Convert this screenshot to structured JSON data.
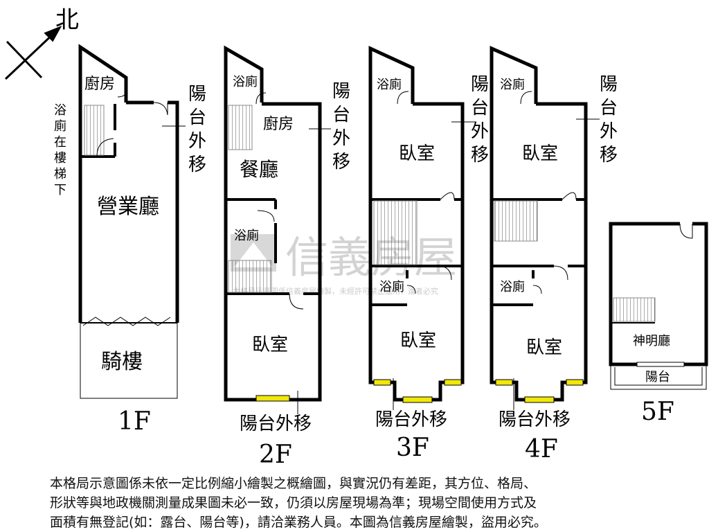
{
  "compass": {
    "label": "北"
  },
  "watermark": {
    "brand": "信義房屋",
    "notice": "本格局示意圖係信義房屋繪製，未經許可禁止盜用，違者必究"
  },
  "floor1": {
    "title": "1F",
    "kitchen": "廚房",
    "main_hall": "營業廳",
    "arcade": "騎樓",
    "bath_note": [
      "浴",
      "廁",
      "在",
      "樓",
      "梯",
      "下"
    ],
    "balcony": [
      "陽",
      "台",
      "外",
      "移"
    ]
  },
  "floor2": {
    "title": "2F",
    "bath_top": "浴廁",
    "kitchen": "廚房",
    "dining": "餐廳",
    "bath_mid": "浴廁",
    "bedroom": "臥室",
    "balcony_side": [
      "陽",
      "台",
      "外",
      "移"
    ],
    "balcony_bottom": "陽台外移"
  },
  "floor3": {
    "title": "3F",
    "bath_top": "浴廁",
    "bedroom_top": "臥室",
    "bath_mid": "浴廁",
    "bedroom_bottom": "臥室",
    "balcony_side": [
      "陽",
      "台",
      "外",
      "移"
    ],
    "balcony_bottom": "陽台外移"
  },
  "floor4": {
    "title": "4F",
    "bath_top": "浴廁",
    "bedroom_top": "臥室",
    "bath_mid": "浴廁",
    "bedroom_bottom": "臥室",
    "balcony_side": [
      "陽",
      "台",
      "外",
      "移"
    ],
    "balcony_bottom": "陽台外移"
  },
  "floor5": {
    "title": "5F",
    "shrine_hall": "神明廳",
    "balcony": "陽台"
  },
  "disclaimer": [
    "本格局示意圖係未依一定比例縮小繪製之概繪圖，與實況仍有差距，其方位、格局、",
    "形狀等與地政機關測量成果圖未必一致，仍須以房屋現場為準；現場空間使用方式及",
    "面積有無登記(如：露台、陽台等)，請洽業務人員。本圖為信義房屋繪製，盜用必究。"
  ]
}
